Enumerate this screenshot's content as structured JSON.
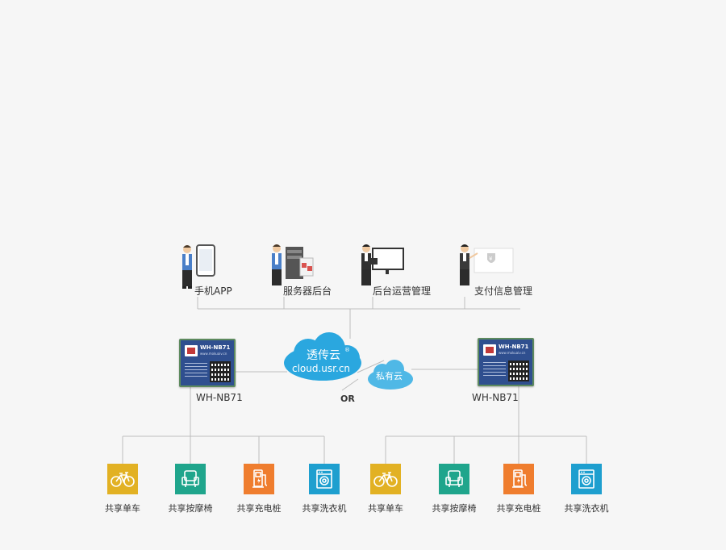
{
  "top_roles": [
    {
      "label": "手机APP",
      "icon": "phone-icon"
    },
    {
      "label": "服务器后台",
      "icon": "server-icon"
    },
    {
      "label": "后台运营管理",
      "icon": "monitor-icon"
    },
    {
      "label": "支付信息管理",
      "icon": "payment-board-icon"
    }
  ],
  "cloud_main": {
    "title": "透传云",
    "registered": "®",
    "url": "cloud.usr.cn",
    "color": "#2aa7df"
  },
  "cloud_private": {
    "title": "私有云",
    "color": "#4fb8e6"
  },
  "or_label": "OR",
  "modules": [
    {
      "name": "WH-NB71",
      "chip_text": "WH-NB71",
      "chip_url": "www.mokuaiv.cn",
      "chip_color": "#2f4f8f"
    },
    {
      "name": "WH-NB71",
      "chip_text": "WH-NB71",
      "chip_url": "www.mokuaiv.cn",
      "chip_color": "#2f4f8f"
    }
  ],
  "devices_left": [
    {
      "label": "共享单车",
      "icon": "bicycle-icon",
      "color": "#e2b123"
    },
    {
      "label": "共享按摩椅",
      "icon": "massage-chair-icon",
      "color": "#1fa58c"
    },
    {
      "label": "共享充电桩",
      "icon": "charging-pile-icon",
      "color": "#ef7d2e"
    },
    {
      "label": "共享洗衣机",
      "icon": "washing-machine-icon",
      "color": "#1e9fcf"
    }
  ],
  "devices_right": [
    {
      "label": "共享单车",
      "icon": "bicycle-icon",
      "color": "#e2b123"
    },
    {
      "label": "共享按摩椅",
      "icon": "massage-chair-icon",
      "color": "#1fa58c"
    },
    {
      "label": "共享充电桩",
      "icon": "charging-pile-icon",
      "color": "#ef7d2e"
    },
    {
      "label": "共享洗衣机",
      "icon": "washing-machine-icon",
      "color": "#1e9fcf"
    }
  ]
}
